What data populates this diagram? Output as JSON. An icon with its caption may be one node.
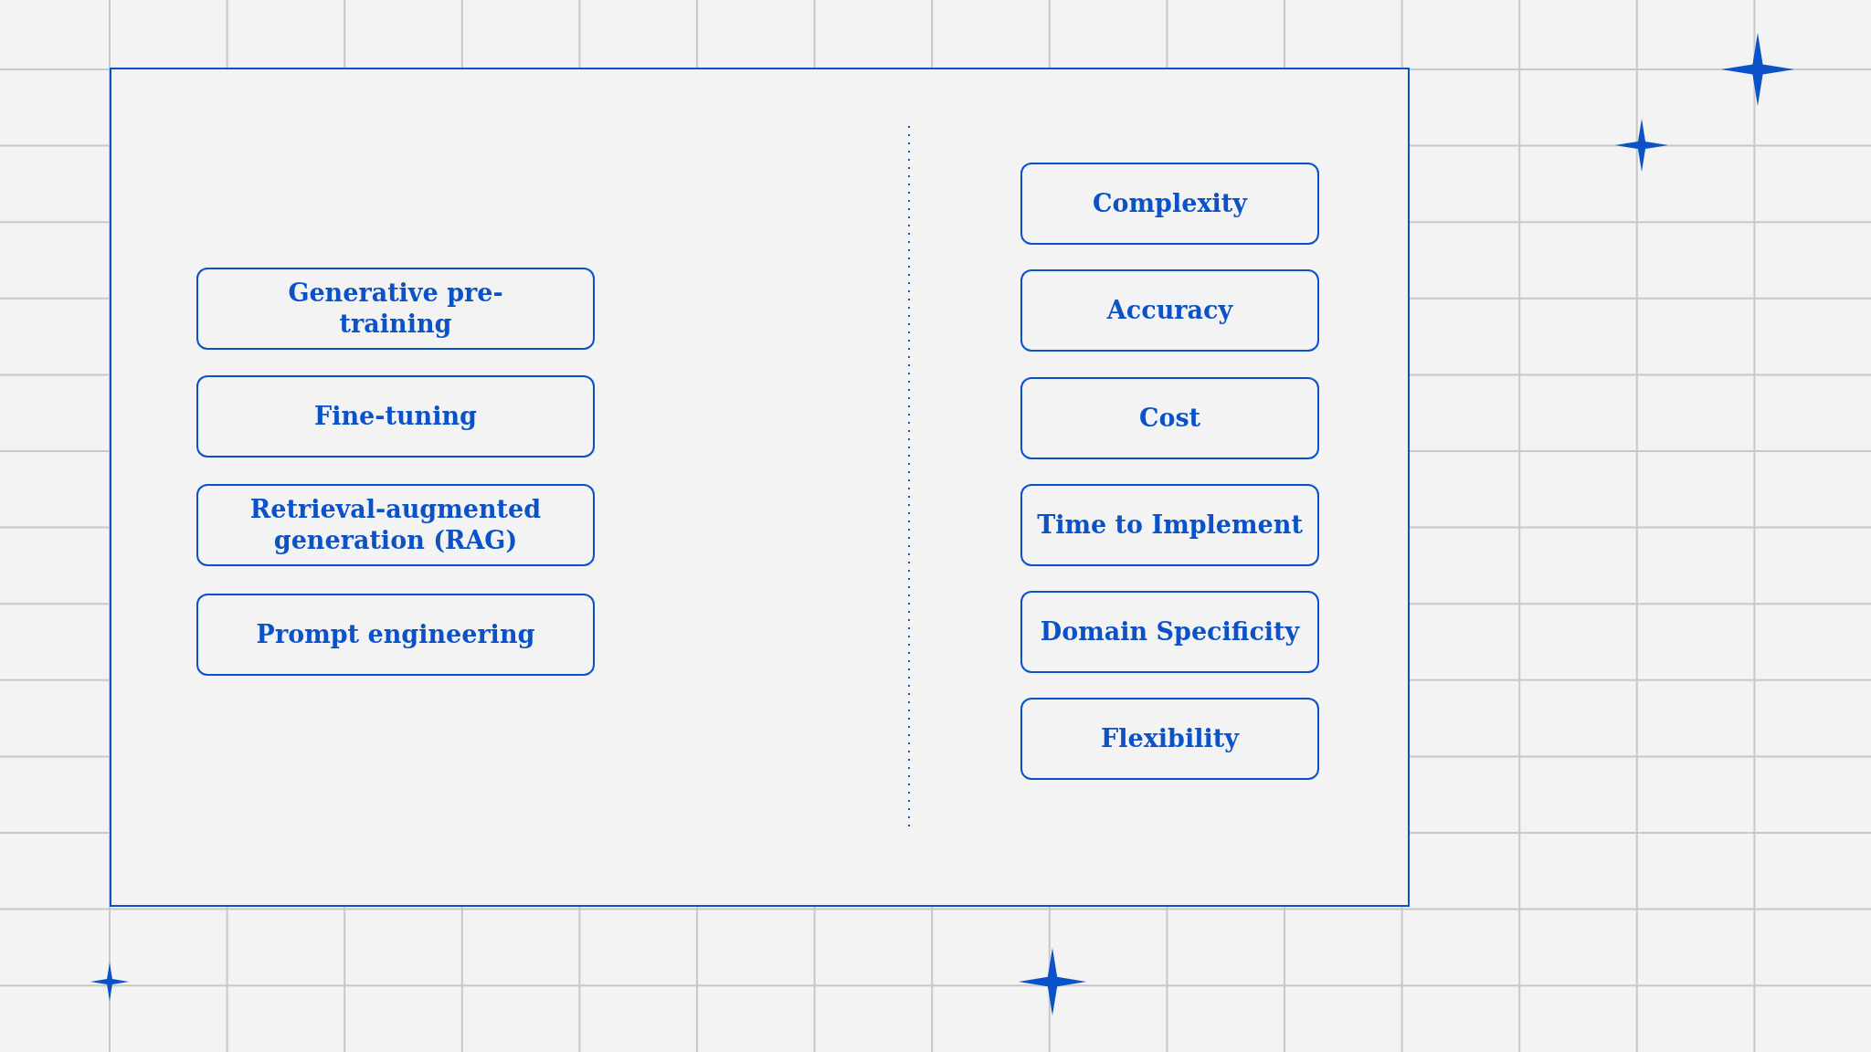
{
  "diagram": {
    "nodes": [
      {
        "text": [
          "Generative pre-training"
        ]
      },
      {
        "text": [
          "Fine-tuning"
        ]
      },
      {
        "text": [
          "Retrieval-augmented generation (RAG)"
        ]
      },
      {
        "text": [
          "Prompt engineering"
        ]
      },
      {
        "text": [
          "Complexity"
        ]
      },
      {
        "text": [
          "Accuracy"
        ]
      },
      {
        "text": [
          "Cost"
        ]
      },
      {
        "text": [
          "Time to Implement"
        ]
      },
      {
        "text": [
          "Domain Specificity"
        ]
      },
      {
        "text": [
          "Flexibility"
        ]
      }
    ]
  }
}
